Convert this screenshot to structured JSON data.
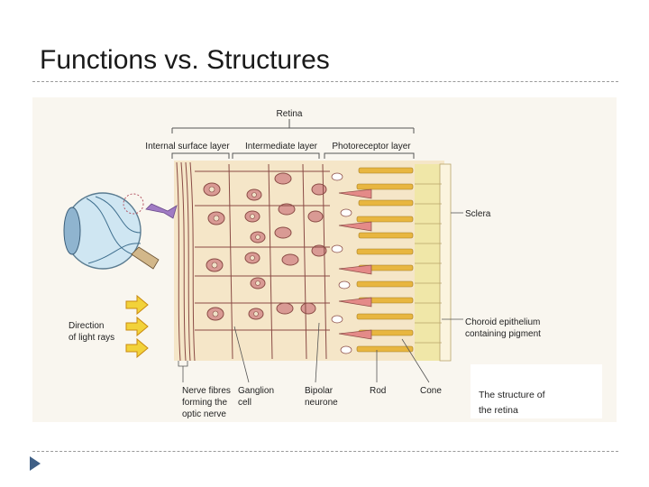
{
  "title": "Functions vs. Structures",
  "figure": {
    "retina": "Retina",
    "layers": {
      "internal": "Internal surface layer",
      "intermediate": "Intermediate layer",
      "photoreceptor": "Photoreceptor layer"
    },
    "sclera": "Sclera",
    "direction_line1": "Direction",
    "direction_line2": "of light rays",
    "choroid_line1": "Choroid epithelium",
    "choroid_line2": "containing pigment",
    "nerve_line1": "Nerve fibres",
    "nerve_line2": "forming the",
    "nerve_line3": "optic nerve",
    "ganglion_line1": "Ganglion",
    "ganglion_line2": "cell",
    "bipolar_line1": "Bipolar",
    "bipolar_line2": "neurone",
    "rod": "Rod",
    "cone": "Cone",
    "caption_line1": "The structure of",
    "caption_line2": "the retina"
  },
  "colors": {
    "cell_body": "#d99a94",
    "cell_outline": "#8a4b45",
    "rod": "#e8b640",
    "background": "#f5e6c8",
    "pigment": "#f0e7a8",
    "arrow": "#f2d23a",
    "pointer_arrow": "#a07bc4"
  }
}
